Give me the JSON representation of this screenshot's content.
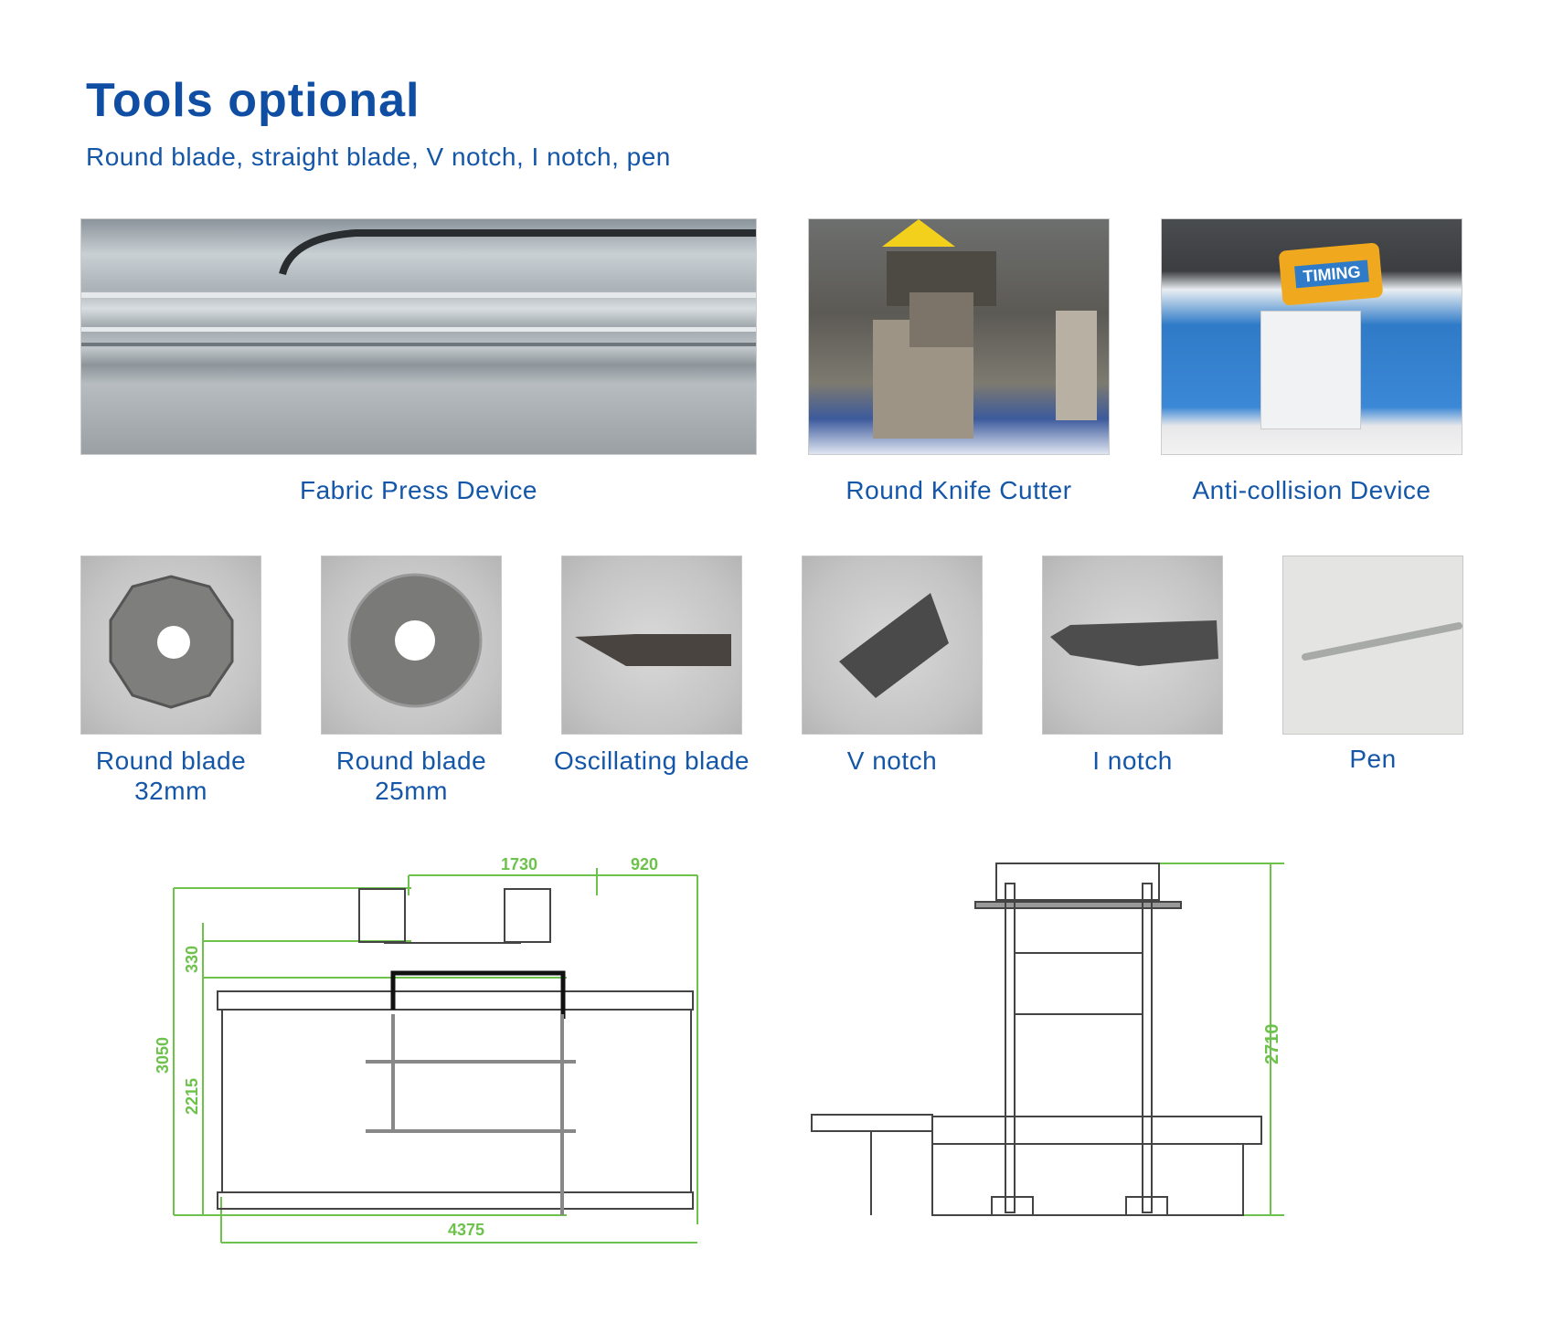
{
  "header": {
    "title": "Tools optional",
    "subtitle": "Round blade, straight blade, V notch, I notch, pen"
  },
  "features": [
    {
      "caption": "Fabric Press Device"
    },
    {
      "caption": "Round Knife Cutter"
    },
    {
      "caption": "Anti-collision Device",
      "logo_text": "TIMING"
    }
  ],
  "tools": [
    {
      "line1": "Round blade",
      "line2": "32mm"
    },
    {
      "line1": "Round blade",
      "line2": "25mm"
    },
    {
      "line1": "Oscillating blade"
    },
    {
      "line1": "V notch"
    },
    {
      "line1": "I notch"
    },
    {
      "line1": "Pen"
    }
  ],
  "drawings": {
    "top_view": {
      "width_top": "1730",
      "width_side": "920",
      "height_total": "3050",
      "height_top": "330",
      "height_table": "2215",
      "length": "4375"
    },
    "side_view": {
      "height": "2710"
    }
  },
  "colors": {
    "title": "#0f4ea3",
    "text": "#1456a8",
    "dimension": "#6cc24a"
  }
}
